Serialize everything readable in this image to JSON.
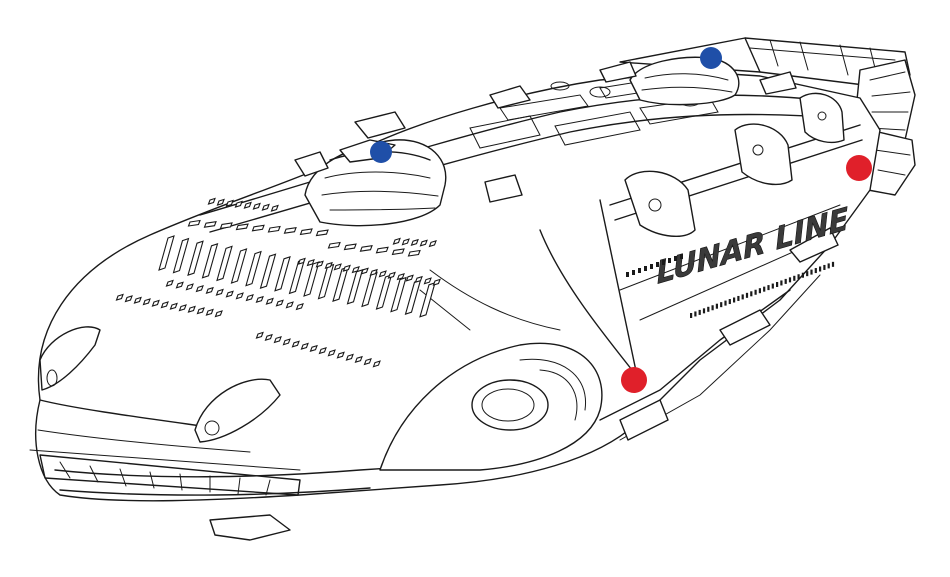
{
  "illustration": {
    "livery_text": "LUNAR LINE",
    "colors": {
      "marker_blue": "#1f4fa8",
      "marker_red": "#e0202a",
      "line": "#1a1a1a",
      "background": "#ffffff"
    },
    "markers": [
      {
        "id": "blue-1",
        "color": "blue"
      },
      {
        "id": "blue-2",
        "color": "blue"
      },
      {
        "id": "red-1",
        "color": "red"
      },
      {
        "id": "red-2",
        "color": "red"
      }
    ]
  }
}
